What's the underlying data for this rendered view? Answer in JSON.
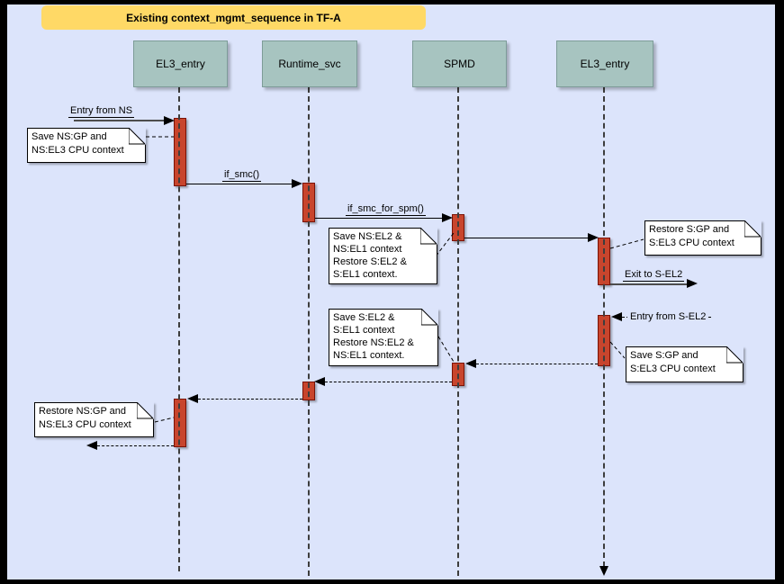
{
  "title": "Existing context_mgmt_sequence in TF-A",
  "lifelines": [
    {
      "label": "EL3_entry"
    },
    {
      "label": "Runtime_svc"
    },
    {
      "label": "SPMD"
    },
    {
      "label": "EL3_entry"
    }
  ],
  "messages": [
    {
      "label": "Entry from NS",
      "kind": "call"
    },
    {
      "label": "if_smc()",
      "kind": "call"
    },
    {
      "label": "if_smc_for_spm()",
      "kind": "call"
    },
    {
      "label": "",
      "kind": "call"
    },
    {
      "label": "Exit to S-EL2",
      "kind": "call"
    },
    {
      "label": "Entry from S-EL2",
      "kind": "return"
    },
    {
      "label": "",
      "kind": "return"
    },
    {
      "label": "",
      "kind": "return"
    },
    {
      "label": "",
      "kind": "return"
    },
    {
      "label": "",
      "kind": "return"
    }
  ],
  "notes": [
    {
      "text": "Save NS:GP and\nNS:EL3 CPU context"
    },
    {
      "text": "Save NS:EL2 &\nNS:EL1 context\nRestore S:EL2 &\nS:EL1 context."
    },
    {
      "text": "Restore S:GP and\nS:EL3 CPU context"
    },
    {
      "text": "Save S:EL2 &\nS:EL1 context\nRestore NS:EL2 &\nNS:EL1 context."
    },
    {
      "text": "Save S:GP and\nS:EL3 CPU context"
    },
    {
      "text": "Restore NS:GP and\nNS:EL3 CPU context"
    }
  ],
  "colors": {
    "background": "#dce4fb",
    "frame": "#000000",
    "title_bg": "#ffd966",
    "lifeline_header_bg": "#a7c4c0",
    "activation_fill": "#c8452d",
    "activation_border": "#7a1205",
    "note_bg": "#ffffff"
  }
}
